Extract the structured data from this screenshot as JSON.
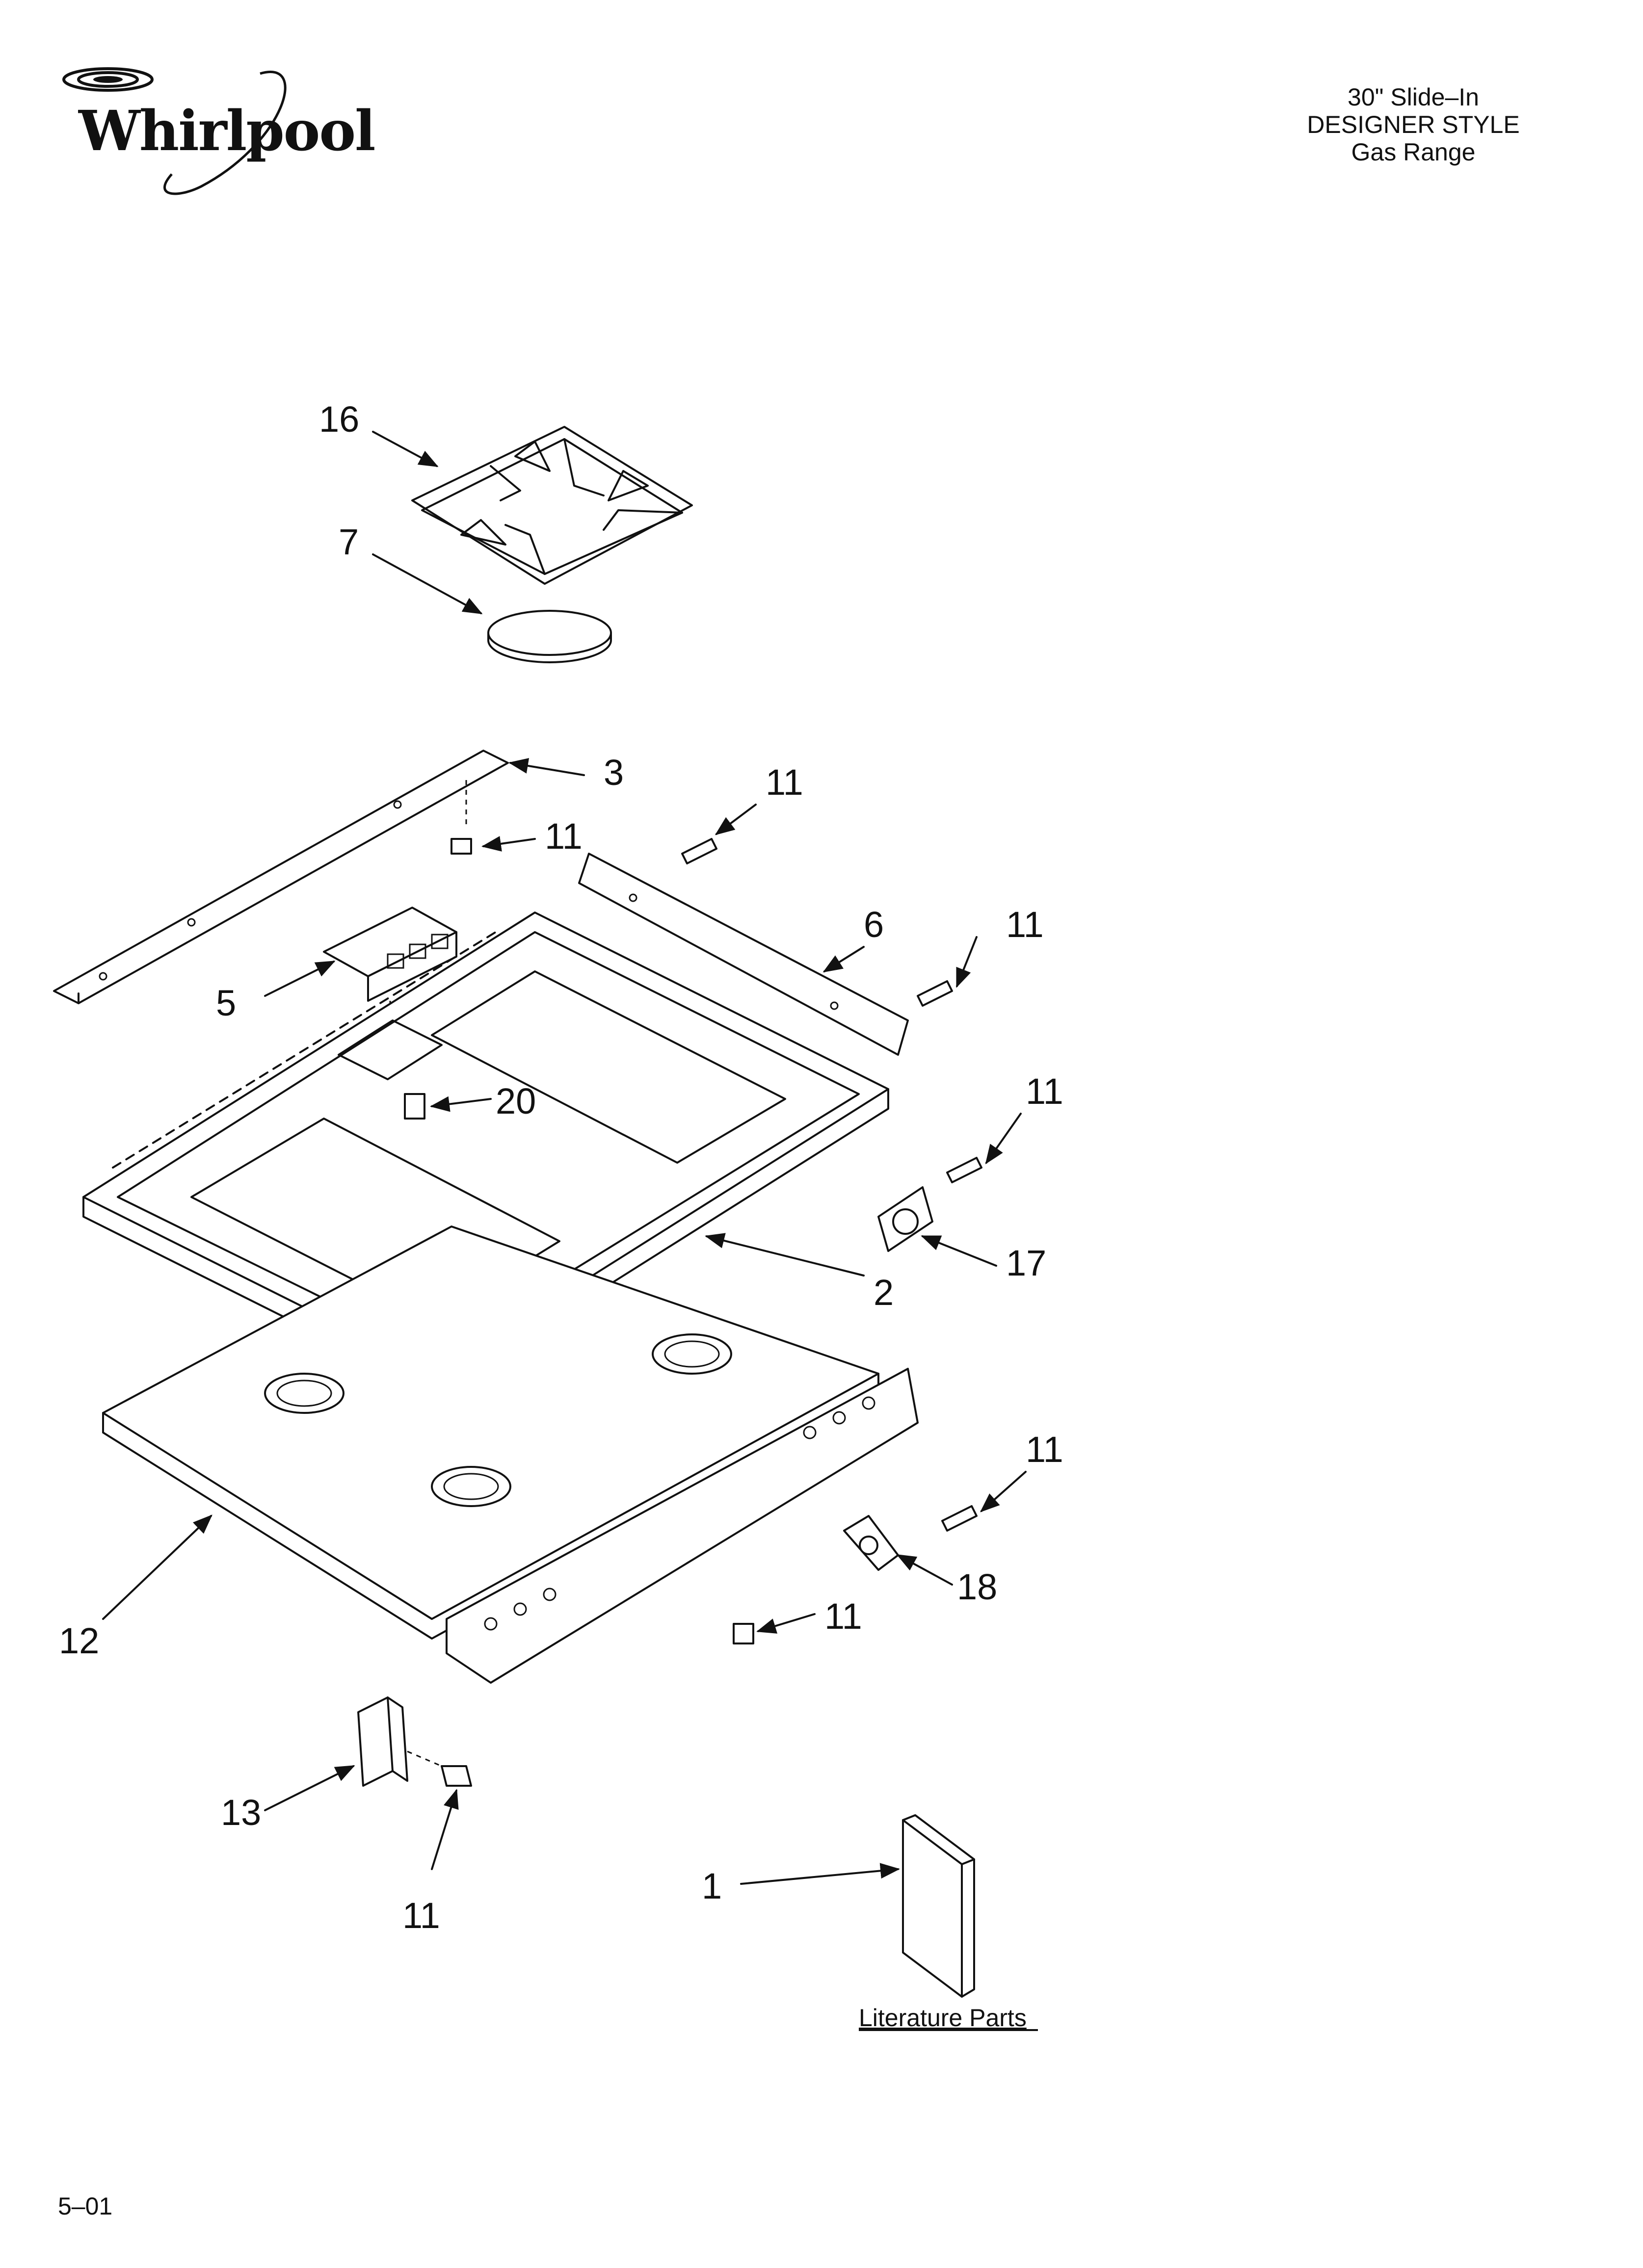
{
  "brand": {
    "name": "Whirlpool"
  },
  "header": {
    "line1": "30\" Slide–In",
    "line2": "DESIGNER STYLE",
    "line3": "Gas Range"
  },
  "footer": {
    "page_code": "5–01"
  },
  "callouts": {
    "c16": "16",
    "c7": "7",
    "c3": "3",
    "c11_a": "11",
    "c11_b": "11",
    "c6": "6",
    "c11_c": "11",
    "c5": "5",
    "c20": "20",
    "c11_d": "11",
    "c17": "17",
    "c2": "2",
    "c11_e": "11",
    "c18": "18",
    "c11_f": "11",
    "c12": "12",
    "c13": "13",
    "c11_g": "11",
    "c1": "1"
  },
  "literature": {
    "label": "Literature Parts"
  }
}
